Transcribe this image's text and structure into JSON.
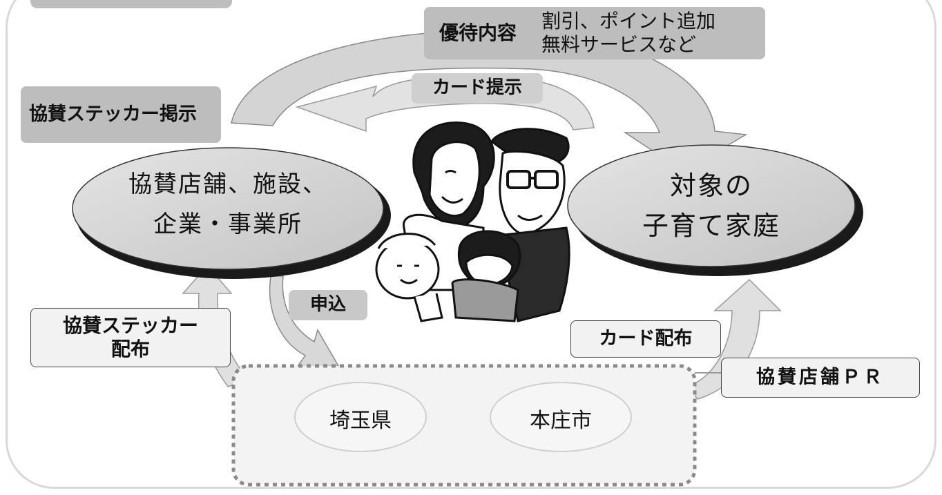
{
  "labels": {
    "benefit_title": "優待内容",
    "benefit_line1": "割引、ポイント追加",
    "benefit_line2": "無料サービスなど",
    "card_show": "カード提示",
    "sticker_display": "協賛ステッカー掲示",
    "sticker_distribution_line1": "協賛ステッカー",
    "sticker_distribution_line2": "配布",
    "application": "申込",
    "card_distribution": "カード配布",
    "sponsor_pr": "協賛店舗ＰＲ"
  },
  "nodes": {
    "sponsor_line1": "協賛店舗、施設、",
    "sponsor_line2": "企業・事業所",
    "family_line1": "対象の",
    "family_line2": "子育て家庭"
  },
  "organizations": {
    "prefecture": "埼玉県",
    "city": "本庄市"
  },
  "colors": {
    "arrow_gray": "#d4d4d4",
    "oval_gray": "#c8c8c8",
    "label_gray": "#bdbdbd",
    "border_gray": "#d9d9d9"
  }
}
